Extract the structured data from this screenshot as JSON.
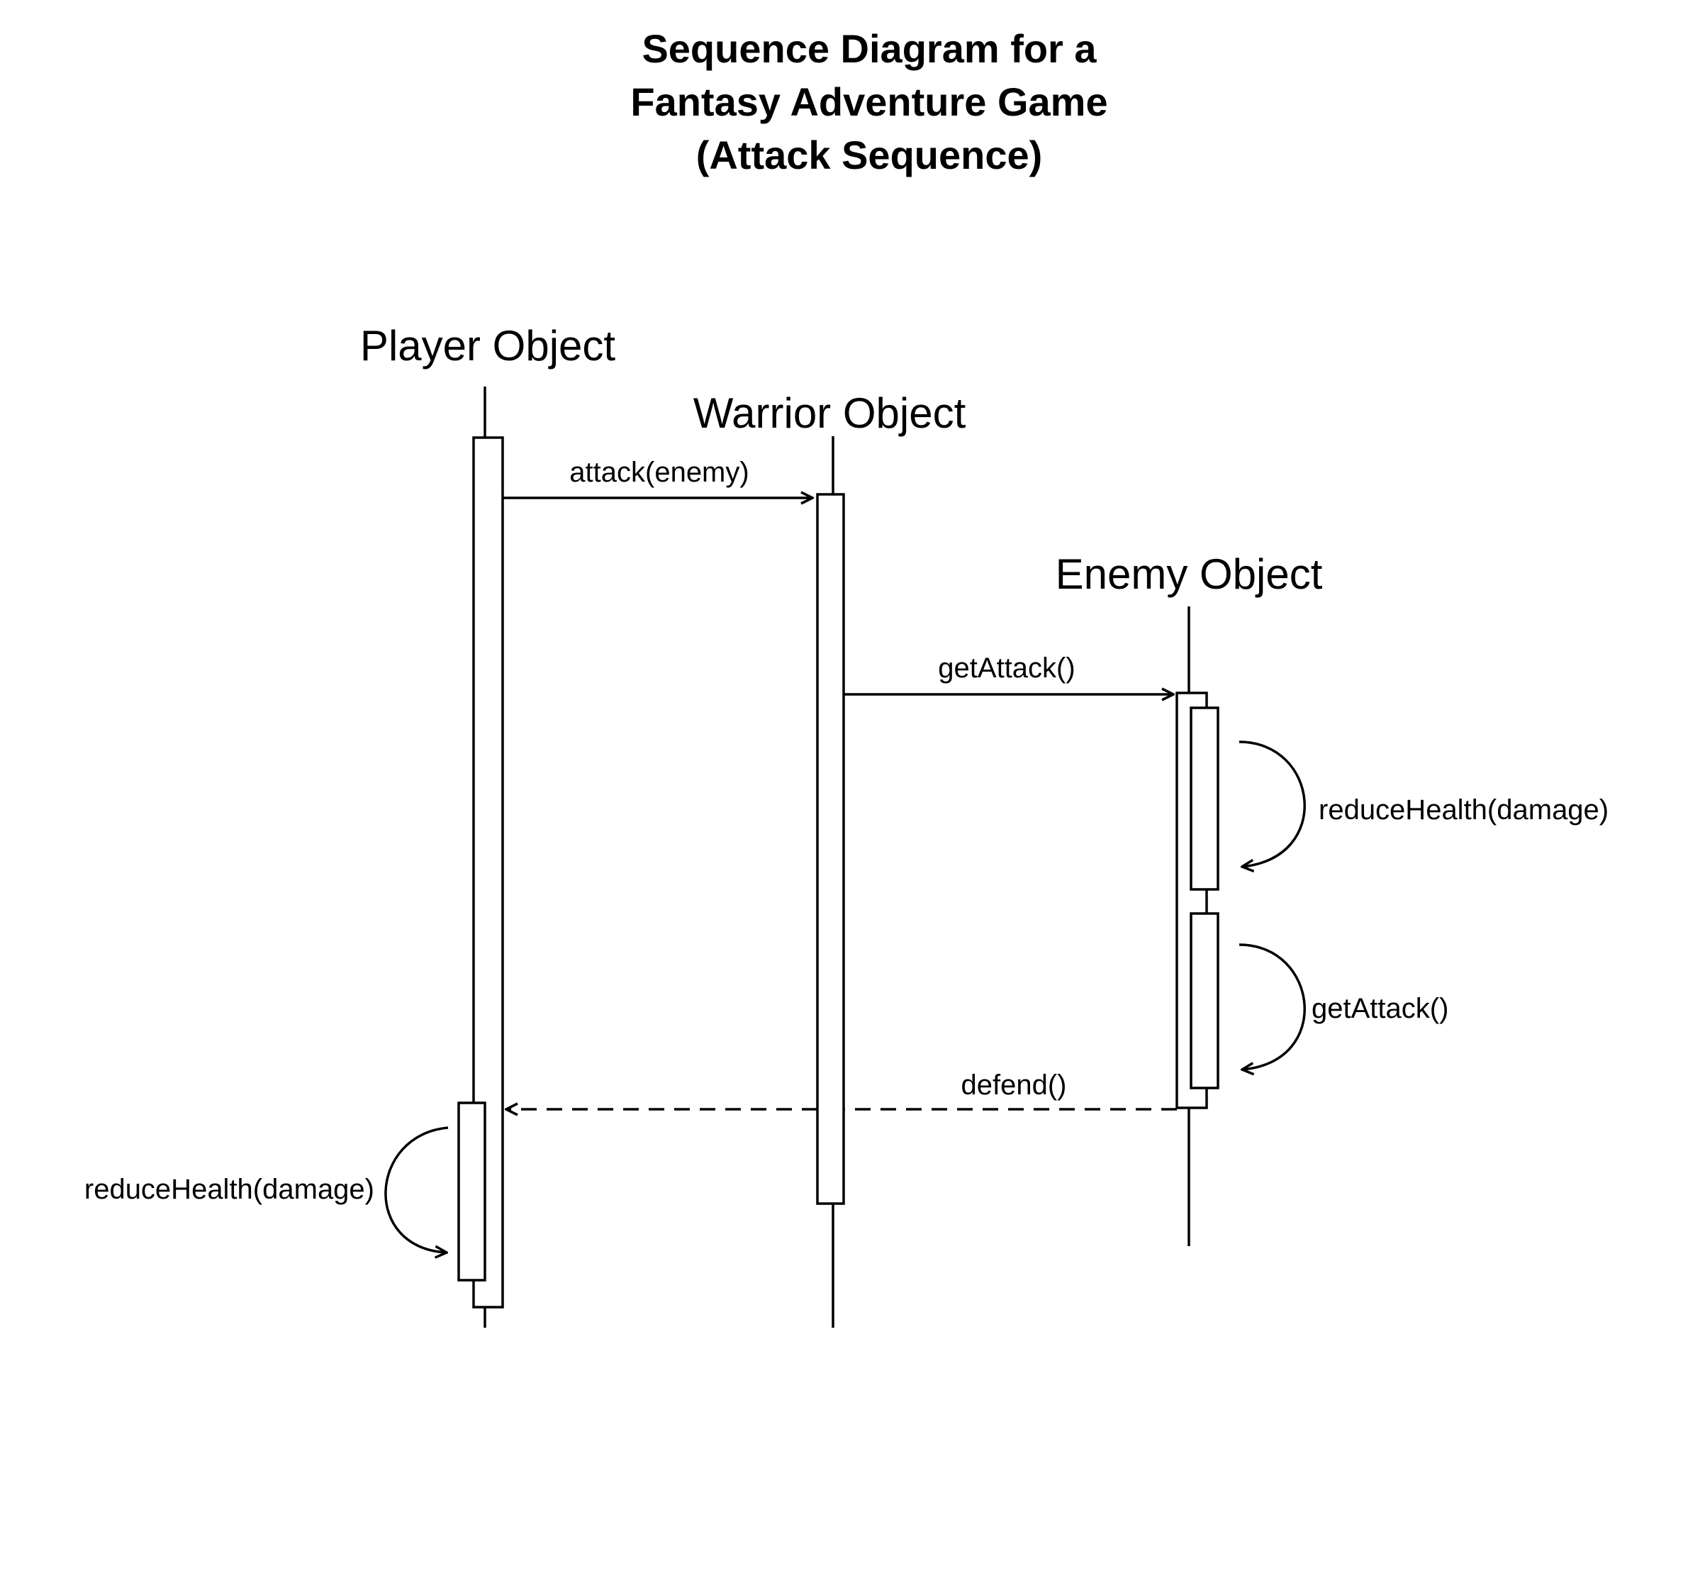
{
  "title": {
    "line1": "Sequence Diagram for a",
    "line2": "Fantasy Adventure Game",
    "line3": "(Attack Sequence)"
  },
  "lifelines": {
    "player": "Player Object",
    "warrior": "Warrior Object",
    "enemy": "Enemy Object"
  },
  "messages": {
    "attack": "attack(enemy)",
    "get_attack": "getAttack()",
    "enemy_reduce_health": "reduceHealth(damage)",
    "enemy_get_attack": "getAttack()",
    "defend": "defend()",
    "player_reduce_health": "reduceHealth(damage)"
  }
}
